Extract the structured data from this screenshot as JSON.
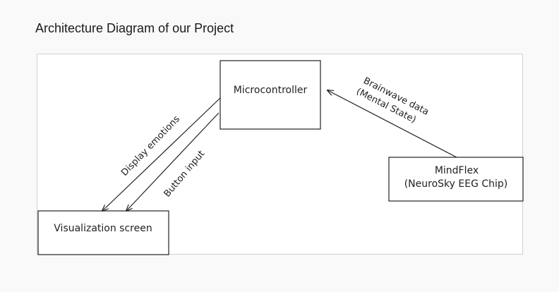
{
  "page": {
    "heading": "Architecture Diagram of our Project"
  },
  "diagram": {
    "nodes": {
      "microcontroller": "Microcontroller",
      "mindflex_line1": "MindFlex",
      "mindflex_line2": "(NeuroSky  EEG Chip)",
      "visualization": "Visualization screen"
    },
    "edges": {
      "brainwave_line1": "Brainwave data",
      "brainwave_line2": "(Mental State)",
      "display_emotions": "Display emotions",
      "button_input": "Button input"
    },
    "colors": {
      "stroke": "#222222",
      "frame_border": "#d0d0d0",
      "background": "#f9f9f9"
    }
  }
}
